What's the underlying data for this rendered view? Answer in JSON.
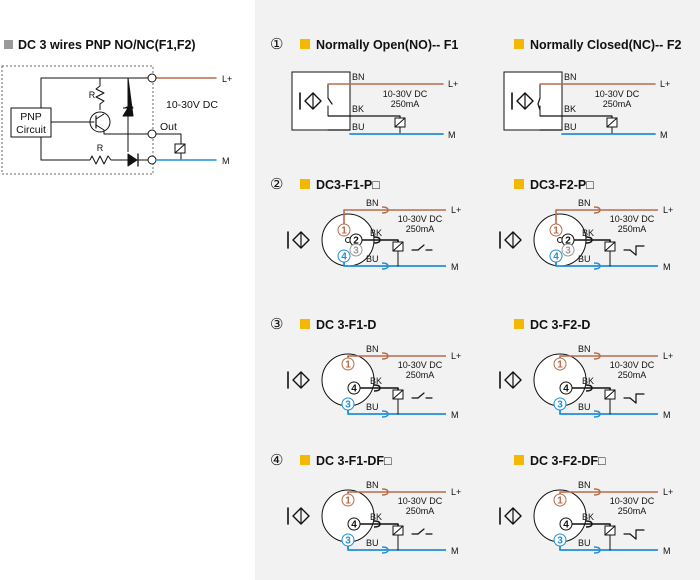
{
  "colors": {
    "brown": "#b86b4b",
    "blue": "#1f8fd6",
    "black": "#111111",
    "square_gray": "#9a9a9a",
    "square_yellow": "#f5b800",
    "panel_bg": "#f2f2f2"
  },
  "left": {
    "title": "DC 3 wires PNP NO/NC(F1,F2)",
    "circuit_label_1": "PNP",
    "circuit_label_2": "Circuit",
    "voltage": "10-30V DC",
    "out": "Out",
    "r": "R",
    "l_plus": "L+",
    "m": "M"
  },
  "labels": {
    "bn": "BN",
    "bk": "BK",
    "bu": "BU",
    "l_plus": "L+",
    "m": "M",
    "voltage": "10-30V DC",
    "current": "250mA",
    "pin1": "1",
    "pin2": "2",
    "pin3": "3",
    "pin4": "4"
  },
  "rows": [
    {
      "num": "①",
      "left_title": "Normally Open(NO)-- F1",
      "right_title": "Normally Closed(NC)-- F2"
    },
    {
      "num": "②",
      "left_title": "DC3-F1-P□",
      "right_title": "DC3-F2-P□"
    },
    {
      "num": "③",
      "left_title": "DC 3-F1-D",
      "right_title": "DC 3-F2-D"
    },
    {
      "num": "④",
      "left_title": "DC 3-F1-DF□",
      "right_title": "DC 3-F2-DF□"
    }
  ]
}
